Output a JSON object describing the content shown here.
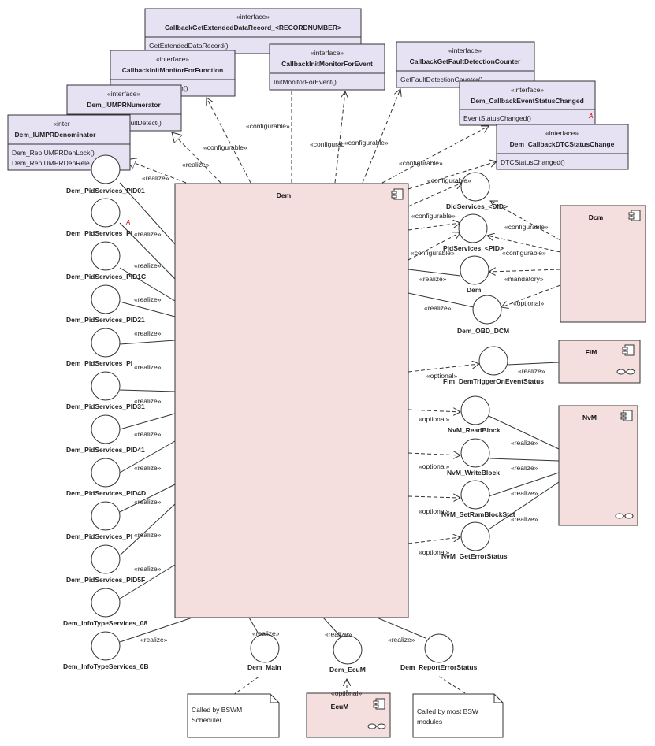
{
  "colors": {
    "interface_fill": "#e7e2f3",
    "component_fill": "#f5dede",
    "stroke": "#333333",
    "lollipop_fill": "#ffffff",
    "note_fill": "#ffffff",
    "accent_red": "#cc0000"
  },
  "stereotype_interface": "«interface»",
  "interfaces": [
    {
      "id": "cb-extended",
      "name": "CallbackGetExtendedDataRecord_<RECORDNUMBER>",
      "ops": [
        "GetExtendedDataRecord()"
      ]
    },
    {
      "id": "cb-initfunc",
      "name": "CallbackInitMonitorForFunction",
      "ops": [
        "n()"
      ]
    },
    {
      "id": "cb-initevent",
      "name": "CallbackInitMonitorForEvent",
      "ops": [
        "InitMonitorForEvent()"
      ]
    },
    {
      "id": "cb-fdc",
      "name": "CallbackGetFaultDetectionCounter",
      "ops": [
        "GetFaultDetectionCounter()"
      ]
    },
    {
      "id": "iumpr-num",
      "name": "Dem_IUMPRNumerator",
      "ops": [
        "Dem_RepIUMPRFaultDetect()"
      ]
    },
    {
      "id": "iumpr-den",
      "name": "Dem_IUMPRDenominator",
      "stereo": "«inter",
      "ops": [
        "Dem_RepIUMPRDenLock()",
        "Dem_RepIUMPRDenRele"
      ]
    },
    {
      "id": "cb-status",
      "name": "Dem_CallbackEventStatusChanged",
      "ops": [
        "EventStatusChanged()"
      ],
      "marker": "A"
    },
    {
      "id": "cb-dtc",
      "name": "Dem_CallbackDTCStatusChange",
      "ops": [
        "DTCStatusChanged()"
      ]
    }
  ],
  "components": [
    {
      "id": "dem",
      "name": "Dem"
    },
    {
      "id": "dcm",
      "name": "Dcm"
    },
    {
      "id": "fim",
      "name": "FiM"
    },
    {
      "id": "nvm",
      "name": "NvM"
    },
    {
      "id": "ecum",
      "name": "EcuM"
    }
  ],
  "left_ports": [
    "Dem_PidServices_PID01",
    "Dem_PidServices_PI",
    "Dem_PidServices_PID1C",
    "Dem_PidServices_PID21",
    "Dem_PidServices_PI",
    "Dem_PidServices_PID31",
    "Dem_PidServices_PID41",
    "Dem_PidServices_PID4D",
    "Dem_PidServices_PI",
    "Dem_PidServices_PID5F",
    "Dem_InfoTypeServices_08",
    "Dem_InfoTypeServices_0B"
  ],
  "right_ports": [
    "DidServices_<DID>",
    "PidServices_<PID>",
    "Dem",
    "Dem_OBD_DCM",
    "Fim_DemTriggerOnEventStatus",
    "NvM_ReadBlock",
    "NvM_WriteBlock",
    "NvM_SetRamBlockStat",
    "NvM_GetErrorStatus"
  ],
  "bottom_ports": [
    "Dem_Main",
    "Dem_EcuM",
    "Dem_ReportErrorStatus"
  ],
  "notes": [
    {
      "id": "note-bswm",
      "lines": [
        "Called by BSWM",
        "Scheduler"
      ]
    },
    {
      "id": "note-bsw",
      "lines": [
        "Called by most BSW",
        "modules"
      ]
    }
  ],
  "relations": {
    "realize": "«realize»",
    "configurable": "«configurable»",
    "configurable_cut": "«configurab",
    "optional": "«optional»",
    "mandatory": "«mandatory»",
    "marker_a": "A"
  }
}
